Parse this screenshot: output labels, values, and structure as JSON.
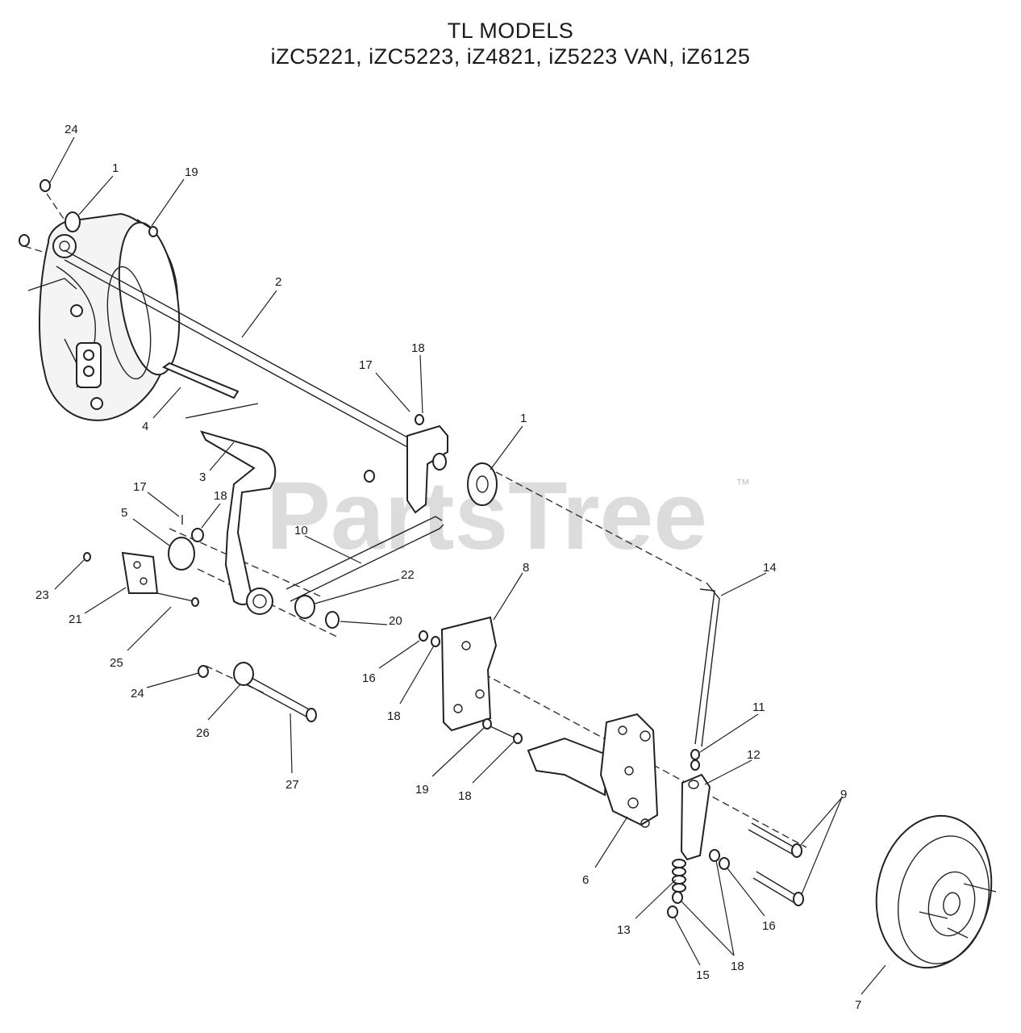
{
  "title": {
    "line1": "TL MODELS",
    "line2": "iZC5221, iZC5223,  iZ4821, iZ5223 VAN,  iZ6125"
  },
  "watermark": {
    "text": "PartsTree",
    "trademark": "™"
  },
  "callouts": [
    {
      "id": "c24a",
      "label": "24"
    },
    {
      "id": "c1a",
      "label": "1"
    },
    {
      "id": "c19a",
      "label": "19"
    },
    {
      "id": "c2",
      "label": "2"
    },
    {
      "id": "c17a",
      "label": "17"
    },
    {
      "id": "c18a",
      "label": "18"
    },
    {
      "id": "c1b",
      "label": "1"
    },
    {
      "id": "c4",
      "label": "4"
    },
    {
      "id": "c3",
      "label": "3"
    },
    {
      "id": "c17b",
      "label": "17"
    },
    {
      "id": "c18b",
      "label": "18"
    },
    {
      "id": "c5",
      "label": "5"
    },
    {
      "id": "c10",
      "label": "10"
    },
    {
      "id": "c22",
      "label": "22"
    },
    {
      "id": "c23",
      "label": "23"
    },
    {
      "id": "c21",
      "label": "21"
    },
    {
      "id": "c25",
      "label": "25"
    },
    {
      "id": "c20",
      "label": "20"
    },
    {
      "id": "c8",
      "label": "8"
    },
    {
      "id": "c14",
      "label": "14"
    },
    {
      "id": "c16a",
      "label": "16"
    },
    {
      "id": "c18c",
      "label": "18"
    },
    {
      "id": "c24b",
      "label": "24"
    },
    {
      "id": "c26",
      "label": "26"
    },
    {
      "id": "c27",
      "label": "27"
    },
    {
      "id": "c11",
      "label": "11"
    },
    {
      "id": "c12",
      "label": "12"
    },
    {
      "id": "c9",
      "label": "9"
    },
    {
      "id": "c19b",
      "label": "19"
    },
    {
      "id": "c18d",
      "label": "18"
    },
    {
      "id": "c6",
      "label": "6"
    },
    {
      "id": "c13",
      "label": "13"
    },
    {
      "id": "c16b",
      "label": "16"
    },
    {
      "id": "c18e",
      "label": "18"
    },
    {
      "id": "c15",
      "label": "15"
    },
    {
      "id": "c7",
      "label": "7"
    }
  ]
}
